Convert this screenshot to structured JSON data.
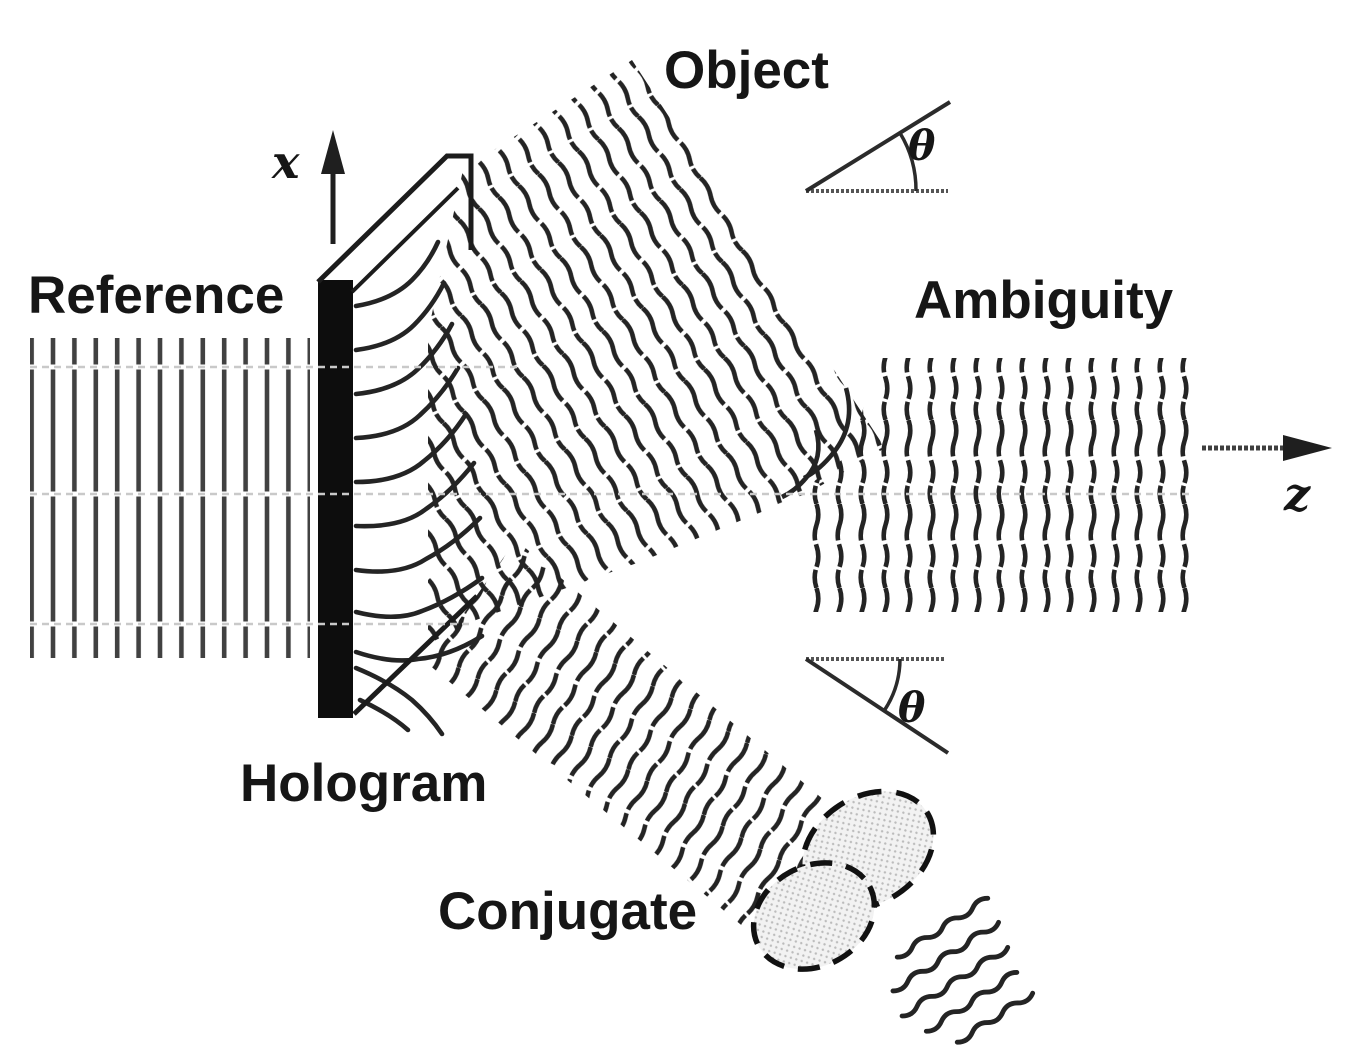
{
  "figure": {
    "background": "#ffffff",
    "labels": {
      "object": "Object",
      "reference": "Reference",
      "ambiguity": "Ambiguity",
      "hologram": "Hologram",
      "conjugate": "Conjugate"
    },
    "axis_labels": {
      "x": "x",
      "z": "z"
    },
    "angle_labels": {
      "upper": "θ",
      "lower": "θ"
    },
    "colors": {
      "wave_ink": "#242424",
      "reference_line": "#414141",
      "plate_fill": "#0d0d0d",
      "outline_ink": "#1c1c1c",
      "guide_line": "#c9c9c9",
      "twin_image_fill": "#efefef"
    }
  }
}
